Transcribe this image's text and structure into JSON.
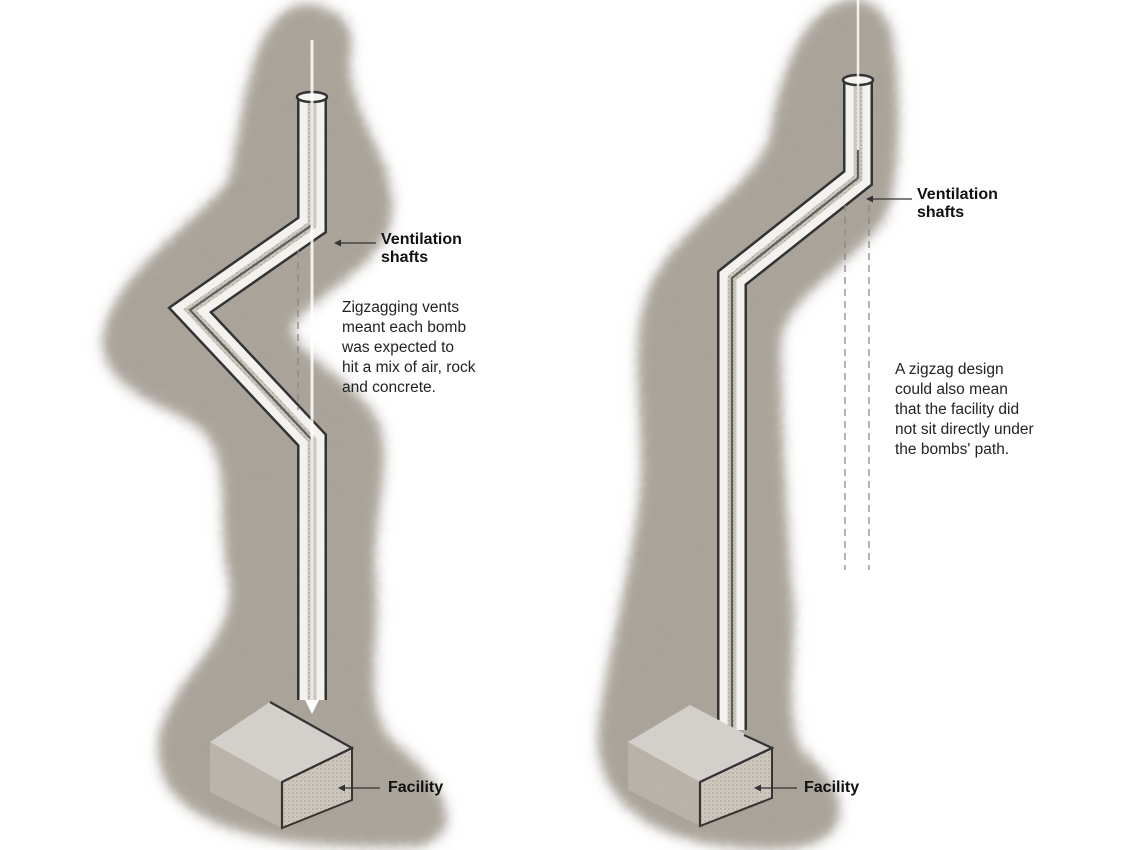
{
  "panels": [
    {
      "shafts_label": "Ventilation\nshafts",
      "note": "Zigzagging vents\nmeant each bomb\nwas expected to\nhit a mix of air, rock\nand concrete.",
      "facility_label": "Facility"
    },
    {
      "shafts_label": "Ventilation\nshafts",
      "note": "A zigzag design\ncould also mean\nthat the facility did\nnot sit directly under\nthe bombs' path.",
      "facility_label": "Facility"
    }
  ],
  "colors": {
    "rock": "#a39c92",
    "rock_dark": "#8f877c",
    "shaft_outline": "#333333",
    "shaft_fill": "#c9c3ba",
    "facility_top": "#d3cfca",
    "facility_side": "#b4aea5",
    "arrow": "#ffffff",
    "leader": "#333333",
    "guide_dash": "#888888"
  },
  "icons": {
    "bomb_path": "down-arrow-icon",
    "leader": "arrow-left-icon"
  }
}
